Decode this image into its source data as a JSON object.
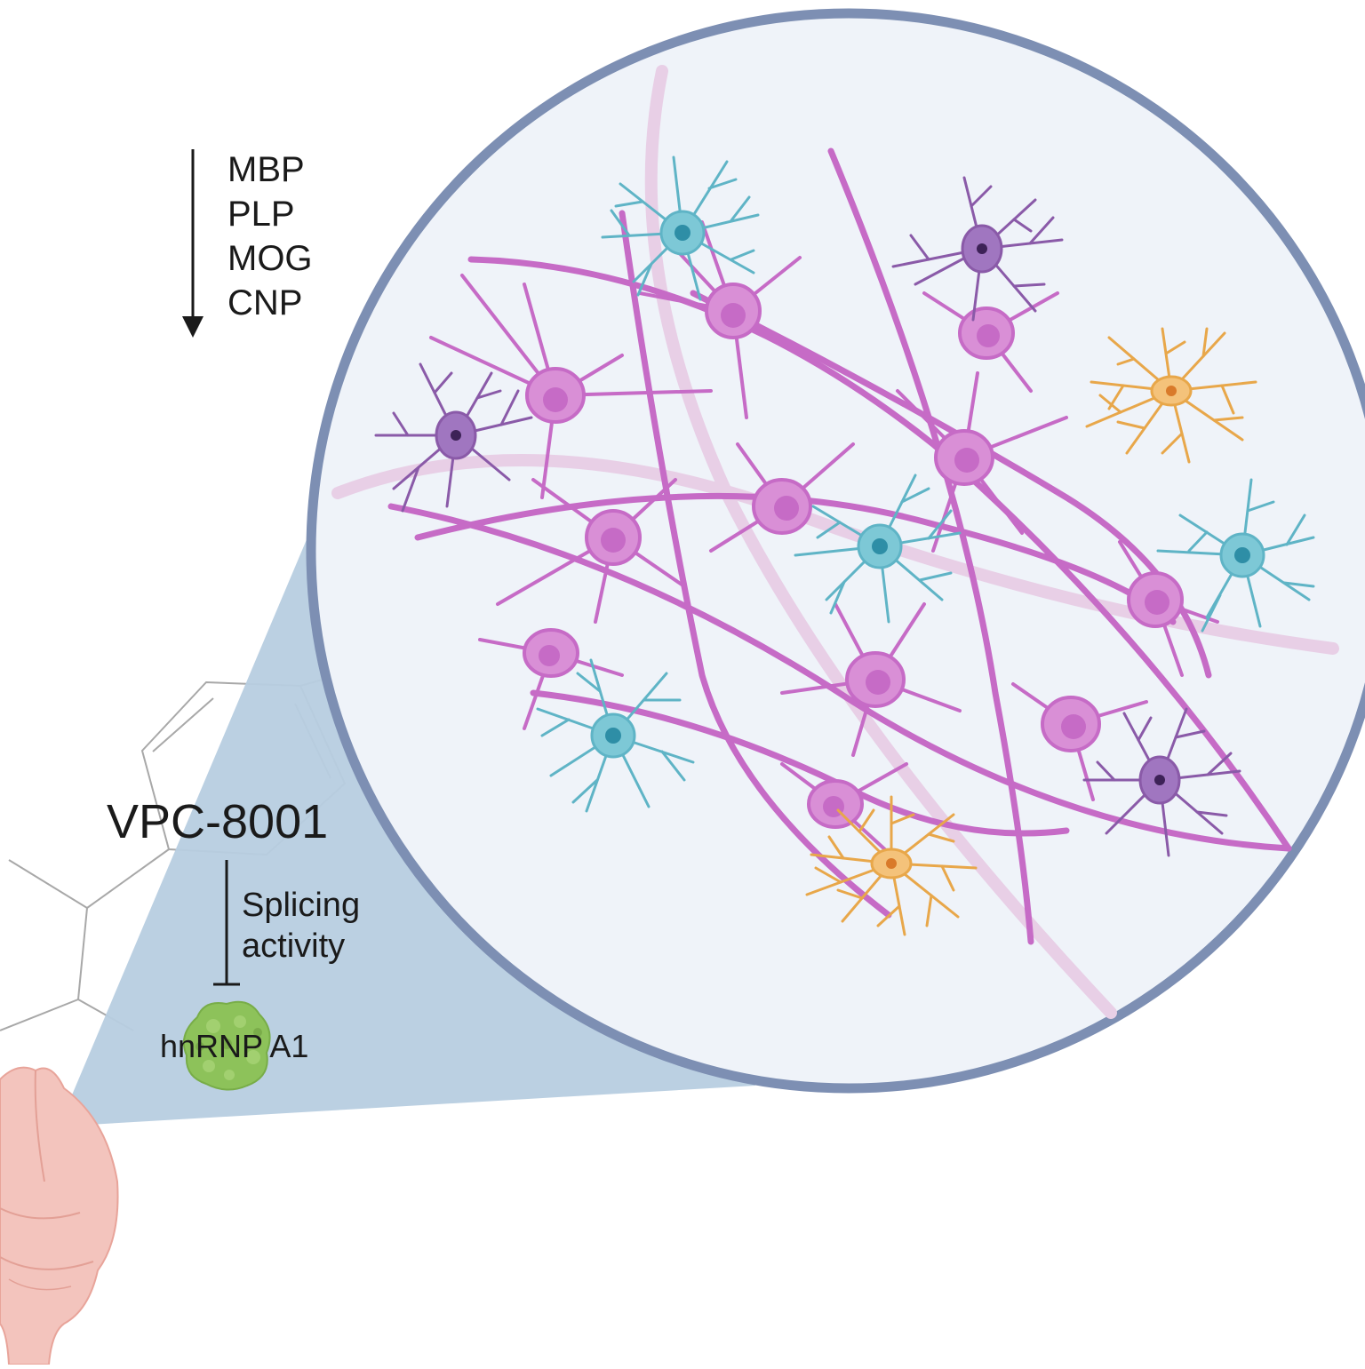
{
  "figure": {
    "downregulated_genes": [
      "MBP",
      "PLP",
      "MOG",
      "CNP"
    ],
    "drug": {
      "name": "VPC-8001"
    },
    "inhibition": {
      "label_line1": "Splicing",
      "label_line2": "activity"
    },
    "target": {
      "label": "hnRNP A1"
    },
    "colors": {
      "background": "#ffffff",
      "zoom_circle_fill": "#eff3f9",
      "zoom_circle_stroke": "#7d8fb3",
      "zoom_cone": "#b7cde0",
      "oligodendrocyte": "#c66bc6",
      "oligodendrocyte_body": "#d98fd6",
      "astrocyte_blue": "#5fb4c6",
      "astrocyte_orange": "#e8a74a",
      "microglia_purple": "#8a5aa8",
      "protein_green": "#8dc25a",
      "brain": "#f3c4bd",
      "molecule_lines": "#9a9a9a",
      "arrow": "#1a1a1a"
    },
    "icons": [
      "brain-icon",
      "protein-blob-icon",
      "down-arrow-icon",
      "inhibition-bar-icon",
      "molecule-structure-icon"
    ]
  }
}
